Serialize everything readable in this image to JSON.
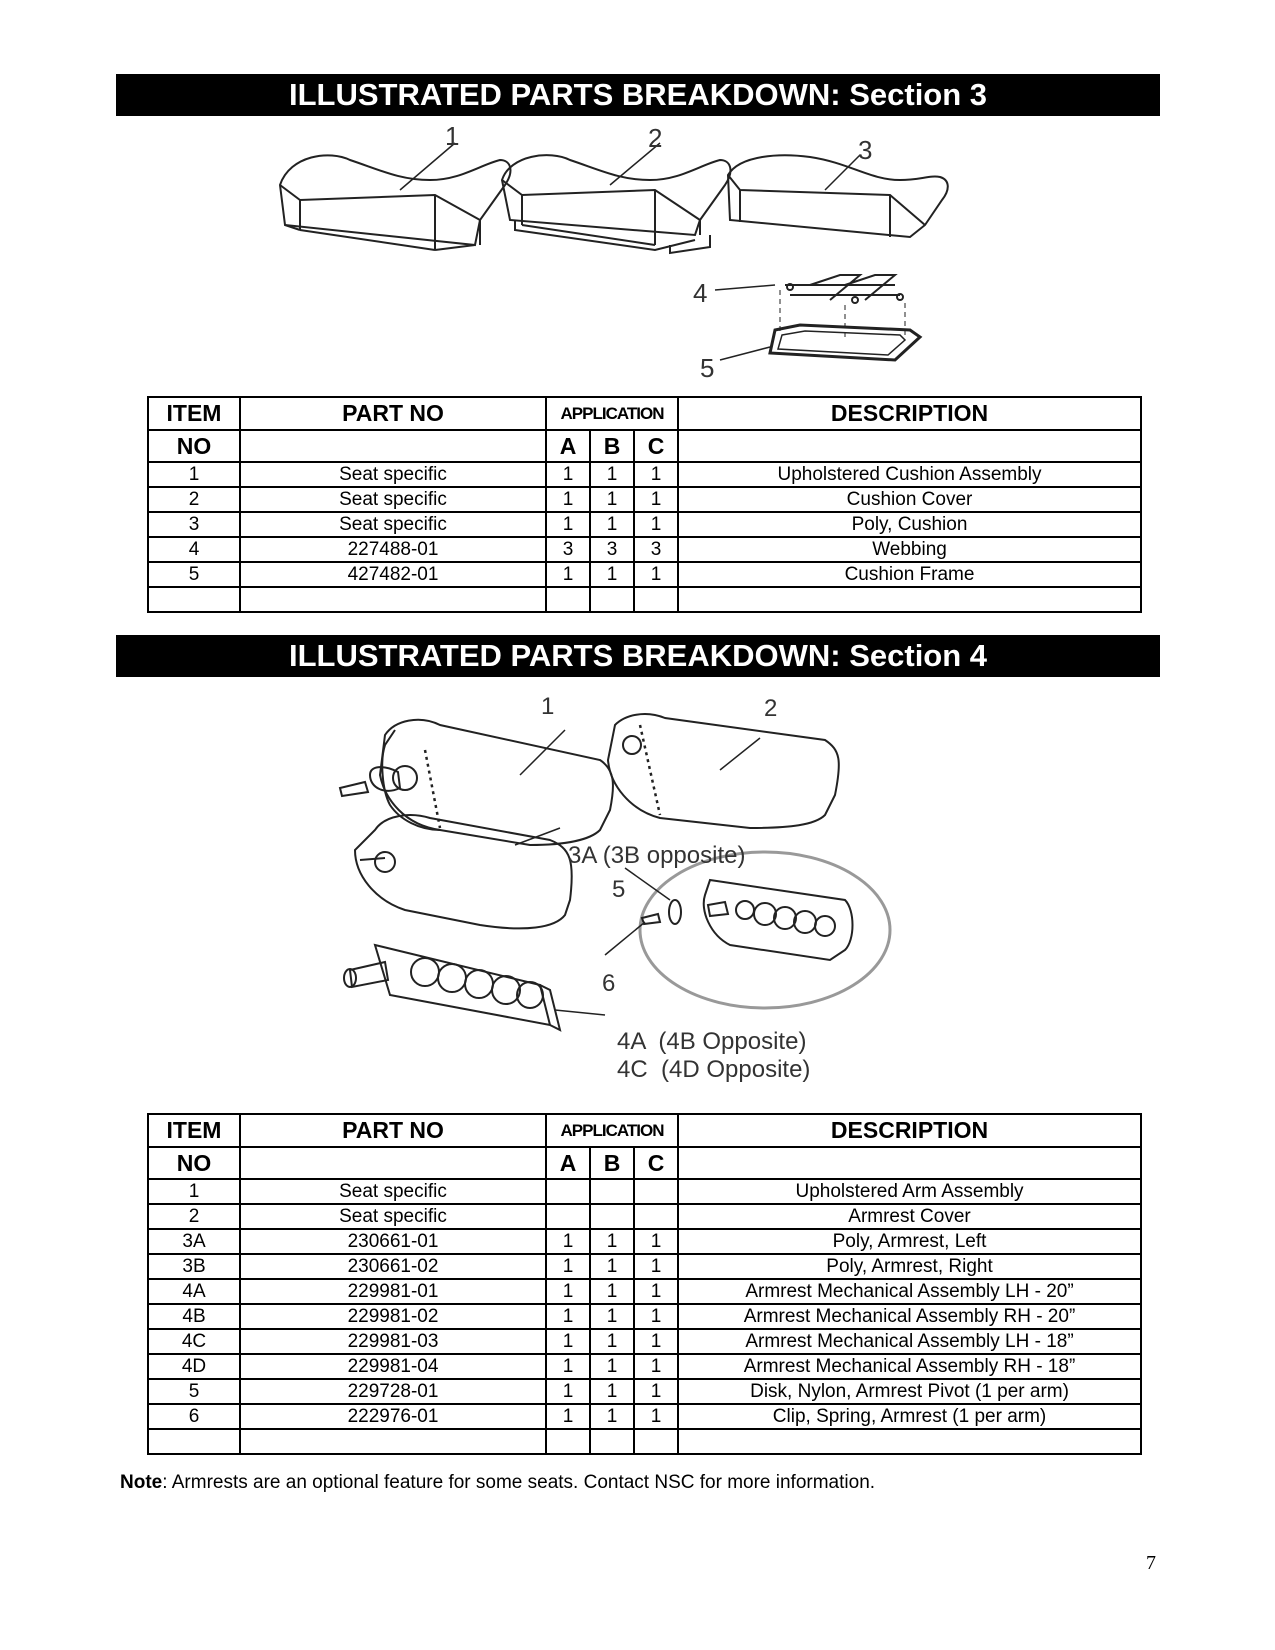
{
  "section3": {
    "title": "ILLUSTRATED PARTS BREAKDOWN: Section 3",
    "callouts": [
      "1",
      "2",
      "3",
      "4",
      "5"
    ],
    "headers": {
      "item": "ITEM",
      "item_no": "NO",
      "part_no": "PART NO",
      "application": "APPLICATION",
      "a": "A",
      "b": "B",
      "c": "C",
      "description": "DESCRIPTION"
    },
    "rows": [
      {
        "item": "1",
        "part": "Seat specific",
        "a": "1",
        "b": "1",
        "c": "1",
        "desc": "Upholstered Cushion Assembly"
      },
      {
        "item": "2",
        "part": "Seat specific",
        "a": "1",
        "b": "1",
        "c": "1",
        "desc": "Cushion Cover"
      },
      {
        "item": "3",
        "part": "Seat specific",
        "a": "1",
        "b": "1",
        "c": "1",
        "desc": "Poly, Cushion"
      },
      {
        "item": "4",
        "part": "227488-01",
        "a": "3",
        "b": "3",
        "c": "3",
        "desc": "Webbing"
      },
      {
        "item": "5",
        "part": "427482-01",
        "a": "1",
        "b": "1",
        "c": "1",
        "desc": "Cushion Frame"
      }
    ]
  },
  "section4": {
    "title": "ILLUSTRATED PARTS BREAKDOWN: Section 4",
    "callouts": [
      "1",
      "2",
      "3A (3B opposite)",
      "5",
      "6",
      "4A  (4B Opposite)",
      "4C  (4D Opposite)"
    ],
    "headers": {
      "item": "ITEM",
      "item_no": "NO",
      "part_no": "PART NO",
      "application": "APPLICATION",
      "a": "A",
      "b": "B",
      "c": "C",
      "description": "DESCRIPTION"
    },
    "rows": [
      {
        "item": "1",
        "part": "Seat specific",
        "a": "",
        "b": "",
        "c": "",
        "desc": "Upholstered Arm Assembly"
      },
      {
        "item": "2",
        "part": "Seat specific",
        "a": "",
        "b": "",
        "c": "",
        "desc": "Armrest Cover"
      },
      {
        "item": "3A",
        "part": "230661-01",
        "a": "1",
        "b": "1",
        "c": "1",
        "desc": "Poly, Armrest, Left"
      },
      {
        "item": "3B",
        "part": "230661-02",
        "a": "1",
        "b": "1",
        "c": "1",
        "desc": "Poly, Armrest, Right"
      },
      {
        "item": "4A",
        "part": "229981-01",
        "a": "1",
        "b": "1",
        "c": "1",
        "desc": "Armrest Mechanical Assembly LH - 20”"
      },
      {
        "item": "4B",
        "part": "229981-02",
        "a": "1",
        "b": "1",
        "c": "1",
        "desc": "Armrest Mechanical Assembly RH - 20”"
      },
      {
        "item": "4C",
        "part": "229981-03",
        "a": "1",
        "b": "1",
        "c": "1",
        "desc": "Armrest Mechanical Assembly LH - 18”"
      },
      {
        "item": "4D",
        "part": "229981-04",
        "a": "1",
        "b": "1",
        "c": "1",
        "desc": "Armrest Mechanical Assembly RH - 18”"
      },
      {
        "item": "5",
        "part": "229728-01",
        "a": "1",
        "b": "1",
        "c": "1",
        "desc": "Disk, Nylon, Armrest Pivot (1 per arm)"
      },
      {
        "item": "6",
        "part": "222976-01",
        "a": "1",
        "b": "1",
        "c": "1",
        "desc": "Clip, Spring, Armrest (1 per arm)"
      }
    ]
  },
  "note": {
    "label": "Note",
    "text": ": Armrests are an optional feature for some seats.  Contact NSC for more information."
  },
  "page_number": "7"
}
